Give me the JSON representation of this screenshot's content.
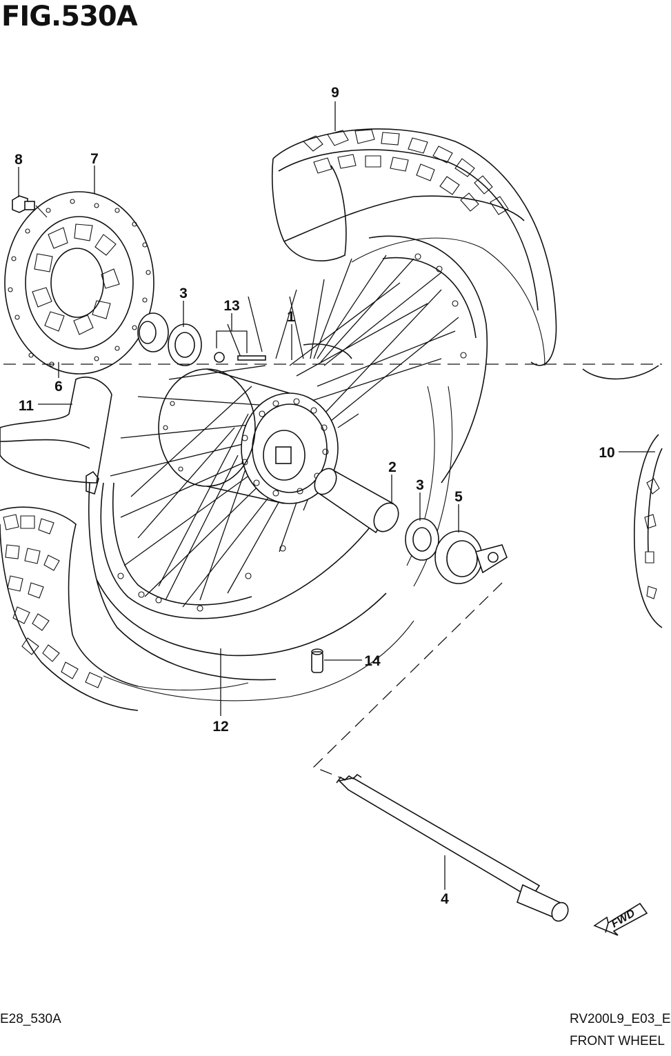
{
  "figure": {
    "title": "FIG.530A",
    "ref_left": "E28_530A",
    "ref_right": "RV200L9_E03_E",
    "caption": "FRONT WHEEL",
    "fwd_label": "FWD"
  },
  "callouts": [
    "1",
    "2",
    "3",
    "3",
    "4",
    "5",
    "6",
    "7",
    "8",
    "9",
    "10",
    "11",
    "12",
    "13",
    "14"
  ],
  "colors": {
    "ink": "#111111",
    "paper": "#ffffff"
  }
}
